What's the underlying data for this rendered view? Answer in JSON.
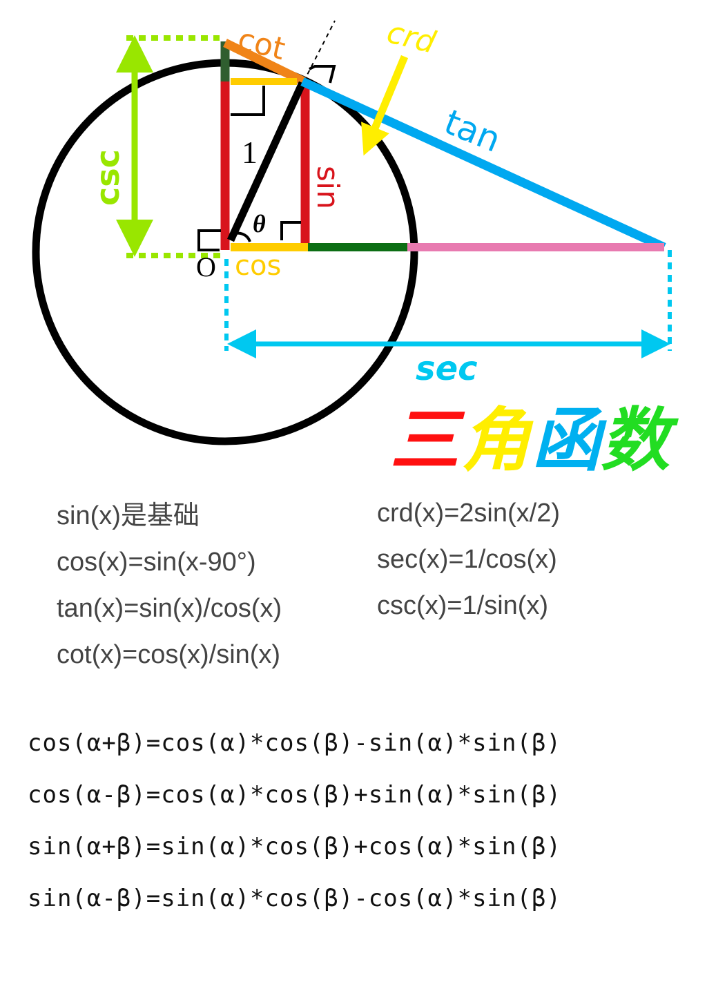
{
  "diagram": {
    "labels": {
      "cot": "cot",
      "crd": "crd",
      "tan": "tan",
      "csc": "csc",
      "sin": "sin",
      "cos": "cos",
      "sec": "sec",
      "one": "1",
      "theta": "θ",
      "origin": "O"
    },
    "title_chars": [
      "三",
      "角",
      "函",
      "数"
    ],
    "colors": {
      "circle": "#000000",
      "sin": "#d8141c",
      "cos": "#ffcc00",
      "tan": "#00a8f0",
      "cot": "#f08418",
      "csc": "#99e600",
      "sec": "#00c8f0",
      "crd": "#ffee00",
      "versin": "#0c6e14",
      "pink": "#e87ab0",
      "cot_segment": "#2f5e2f",
      "title": [
        "#ff1010",
        "#ffee00",
        "#00b0f0",
        "#22dd22"
      ]
    }
  },
  "formulas_left": [
    "sin(x)是基础",
    "cos(x)=sin(x-90°)",
    "tan(x)=sin(x)/cos(x)",
    "cot(x)=cos(x)/sin(x)"
  ],
  "formulas_right": [
    "crd(x)=2sin(x/2)",
    "sec(x)=1/cos(x)",
    "csc(x)=1/sin(x)"
  ],
  "identities": [
    "cos(α+β)=cos(α)*cos(β)-sin(α)*sin(β)",
    "cos(α-β)=cos(α)*cos(β)+sin(α)*sin(β)",
    "sin(α+β)=sin(α)*cos(β)+cos(α)*sin(β)",
    "sin(α-β)=sin(α)*cos(β)-cos(α)*sin(β)"
  ]
}
